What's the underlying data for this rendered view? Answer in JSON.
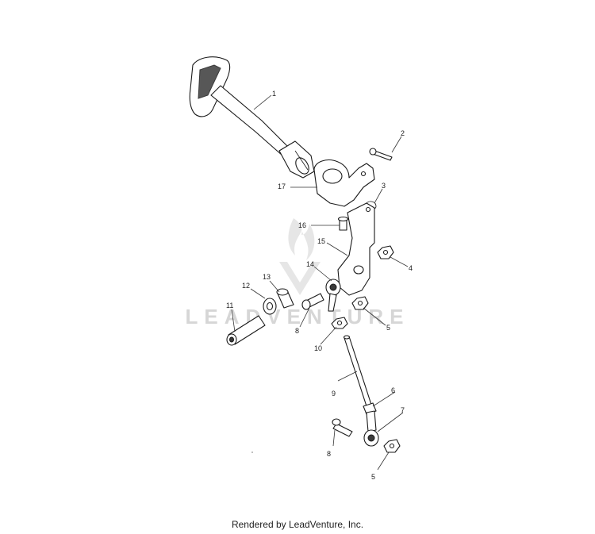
{
  "callouts": {
    "c1": "1",
    "c2": "2",
    "c3": "3",
    "c4": "4",
    "c5a": "5",
    "c5b": "5",
    "c6": "6",
    "c7": "7",
    "c8a": "8",
    "c8b": "8",
    "c9": "9",
    "c10": "10",
    "c11": "11",
    "c12": "12",
    "c13": "13",
    "c14": "14",
    "c15": "15",
    "c16": "16",
    "c17": "17"
  },
  "watermark": {
    "text": "LEADVENTURE"
  },
  "footer": {
    "text": "Rendered by LeadVenture, Inc."
  },
  "colors": {
    "line": "#1a1a1a",
    "watermark": "#d6d6d6"
  }
}
